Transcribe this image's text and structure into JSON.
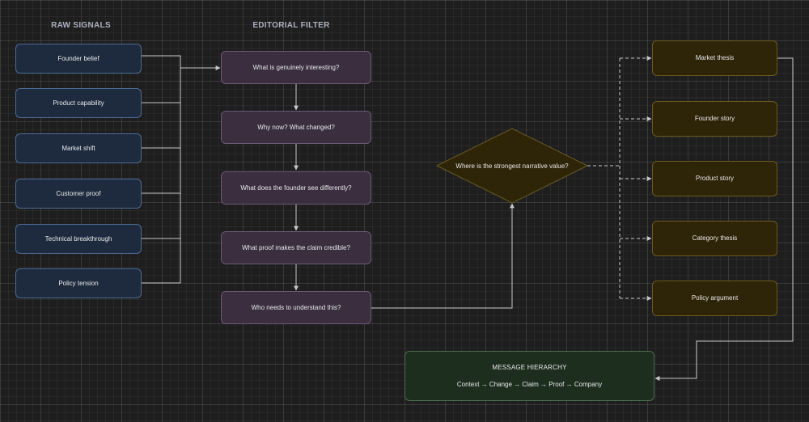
{
  "headers": {
    "raw_signals": "RAW SIGNALS",
    "editorial_filter": "EDITORIAL FILTER"
  },
  "signals": [
    "Founder belief",
    "Product capability",
    "Market shift",
    "Customer proof",
    "Technical breakthrough",
    "Policy tension"
  ],
  "filters": [
    "What is genuinely interesting?",
    "Why now? What changed?",
    "What does the founder see differently?",
    "What proof makes the claim credible?",
    "Who needs to understand this?"
  ],
  "decision": "Where is the strongest narrative value?",
  "outcomes": [
    "Market thesis",
    "Founder story",
    "Product story",
    "Category thesis",
    "Policy argument"
  ],
  "hierarchy": {
    "title": "MESSAGE HIERARCHY",
    "sequence": "Context → Change → Claim → Proof → Company"
  },
  "colors": {
    "signal_fill": "#1e2b3f",
    "filter_fill": "#3a2e3f",
    "decision_fill": "#2e2408",
    "outcome_fill": "#2e2408",
    "hierarchy_fill": "#1e2e1e",
    "edge": "#c8c8c8"
  }
}
